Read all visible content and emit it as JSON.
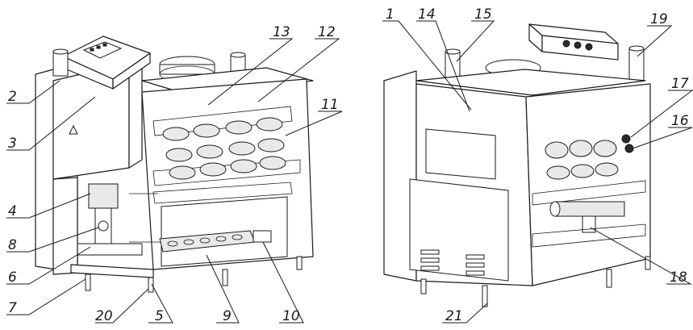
{
  "callouts": [
    {
      "id": "1",
      "text": "1"
    },
    {
      "id": "2",
      "text": "2"
    },
    {
      "id": "3",
      "text": "3"
    },
    {
      "id": "4",
      "text": "4"
    },
    {
      "id": "5",
      "text": "5"
    },
    {
      "id": "6",
      "text": "6"
    },
    {
      "id": "7",
      "text": "7"
    },
    {
      "id": "8",
      "text": "8"
    },
    {
      "id": "9",
      "text": "9"
    },
    {
      "id": "10",
      "text": "10"
    },
    {
      "id": "11",
      "text": "11"
    },
    {
      "id": "12",
      "text": "12"
    },
    {
      "id": "13",
      "text": "13"
    },
    {
      "id": "14",
      "text": "14"
    },
    {
      "id": "15",
      "text": "15"
    },
    {
      "id": "16",
      "text": "16"
    },
    {
      "id": "17",
      "text": "17"
    },
    {
      "id": "18",
      "text": "18"
    },
    {
      "id": "19",
      "text": "19"
    },
    {
      "id": "20",
      "text": "20"
    },
    {
      "id": "21",
      "text": "21"
    }
  ],
  "colors": {
    "line": "#1a1a1a",
    "background": "#ffffff",
    "shade": "#e9e9e9"
  }
}
